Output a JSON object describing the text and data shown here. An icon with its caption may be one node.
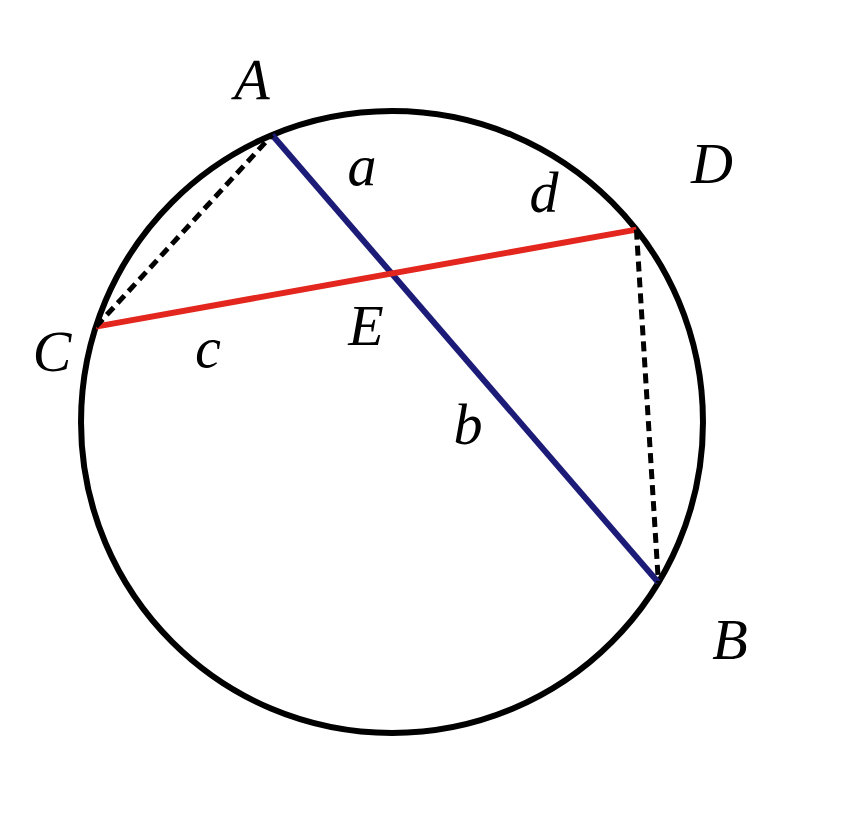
{
  "diagram": {
    "nodes": [
      {
        "text": [
          "A"
        ]
      },
      {
        "text": [
          "D"
        ]
      },
      {
        "text": [
          "C"
        ]
      },
      {
        "text": [
          "E"
        ]
      },
      {
        "text": [
          "B"
        ]
      }
    ],
    "edges": [
      {
        "from": 0,
        "to": 4,
        "arrow": "none",
        "color": "#1c1c78"
      },
      {
        "from": 2,
        "to": 1,
        "arrow": "none",
        "color": "#e3261e"
      },
      {
        "from": 2,
        "to": 0,
        "arrow": "none",
        "style": "dashed"
      },
      {
        "from": 1,
        "to": 4,
        "arrow": "none",
        "style": "dashed"
      }
    ],
    "labels": [
      "a",
      "d",
      "c",
      "b"
    ]
  }
}
